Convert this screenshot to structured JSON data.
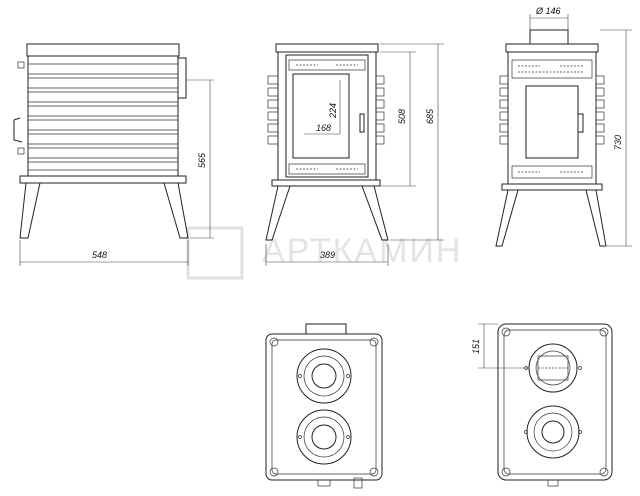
{
  "dimensions": {
    "front_width": "548",
    "front_leg_height": "565",
    "side_depth": "389",
    "door_width": "168",
    "door_height": "224",
    "side_height_body": "508",
    "side_height_total": "685",
    "back_flue_diameter": "Ø 146",
    "back_height": "730",
    "top_flue_offset": "151"
  },
  "watermark": "АРТКАМИН"
}
